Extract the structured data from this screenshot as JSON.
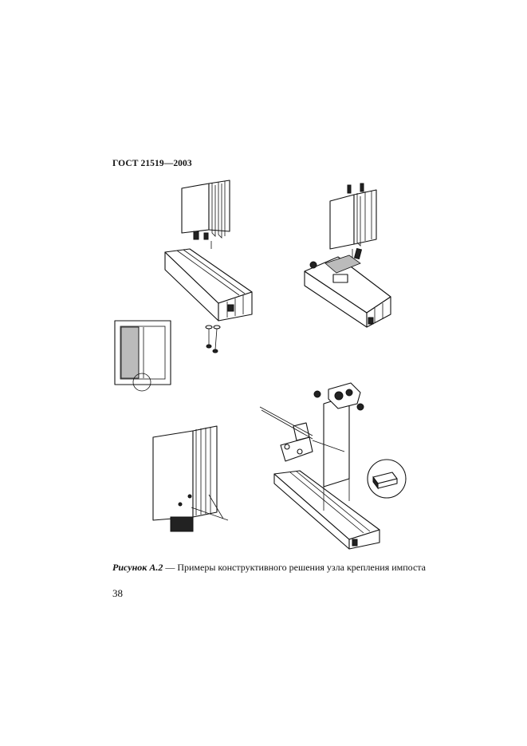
{
  "header": {
    "standard": "ГОСТ 21519—2003"
  },
  "figure": {
    "caption_label": "Рисунок А.2",
    "caption_text": " — Примеры конструктивного решения узла крепления импоста",
    "illustrations": [
      "assembly-top-left",
      "assembly-top-right",
      "window-frame-locator",
      "assembly-bottom-left",
      "assembly-bottom-right",
      "insert-detail"
    ]
  },
  "page": {
    "number": "38"
  }
}
